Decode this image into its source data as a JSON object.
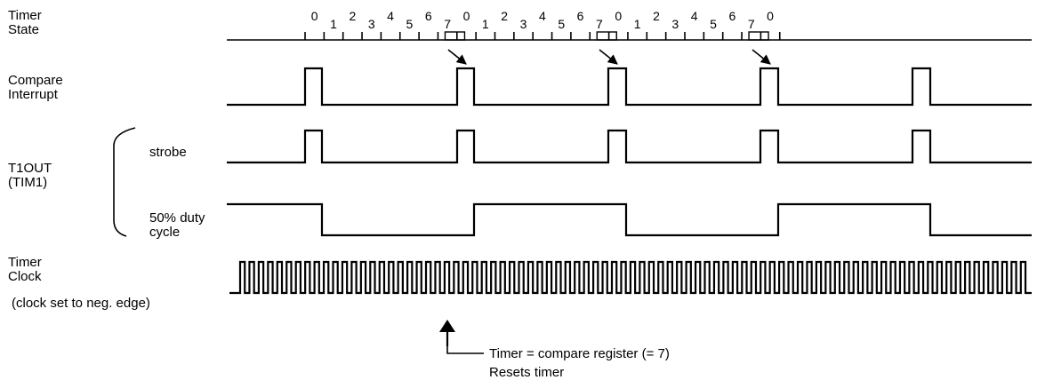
{
  "labels": {
    "timer_state": [
      "Timer",
      "State"
    ],
    "compare_interrupt": [
      "Compare",
      "Interrupt"
    ],
    "strobe": "strobe",
    "t1out": [
      "T1OUT",
      "(TIM1)"
    ],
    "duty": [
      "50% duty",
      "cycle"
    ],
    "timer_clock": [
      "Timer",
      "Clock"
    ],
    "clock_note": "(clock set to neg. edge)",
    "annotation": [
      "Timer = compare register (= 7)",
      "Resets timer"
    ]
  },
  "timer_state_sequence": [
    "0",
    "1",
    "2",
    "3",
    "4",
    "5",
    "6",
    "7",
    "0",
    "1",
    "2",
    "3",
    "4",
    "5",
    "6",
    "7",
    "0",
    "1",
    "2",
    "3",
    "4",
    "5",
    "6",
    "7",
    "0"
  ],
  "compare_value": 7,
  "colors": {
    "ink": "#000000",
    "background": "#ffffff"
  }
}
